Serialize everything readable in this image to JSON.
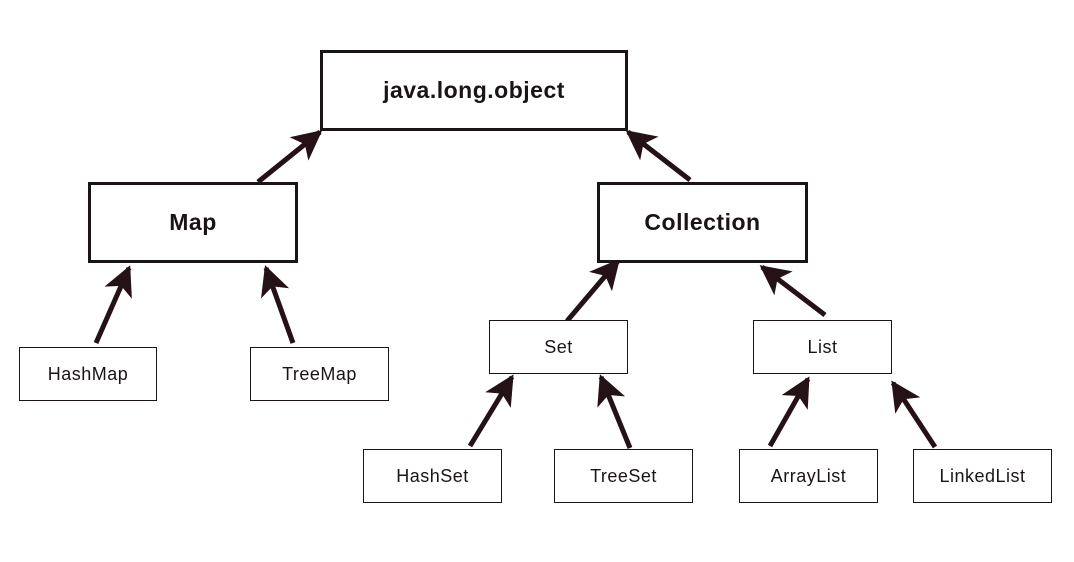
{
  "diagram": {
    "root": {
      "label": "java.long.object"
    },
    "map": {
      "label": "Map"
    },
    "collection": {
      "label": "Collection"
    },
    "hashmap": {
      "label": "HashMap"
    },
    "treemap": {
      "label": "TreeMap"
    },
    "set": {
      "label": "Set"
    },
    "list": {
      "label": "List"
    },
    "hashset": {
      "label": "HashSet"
    },
    "treeset": {
      "label": "TreeSet"
    },
    "arraylist": {
      "label": "ArrayList"
    },
    "linkedlist": {
      "label": "LinkedList"
    }
  },
  "colors": {
    "arrow": "#241216",
    "border": "#1a1416",
    "background": "#ffffff"
  }
}
